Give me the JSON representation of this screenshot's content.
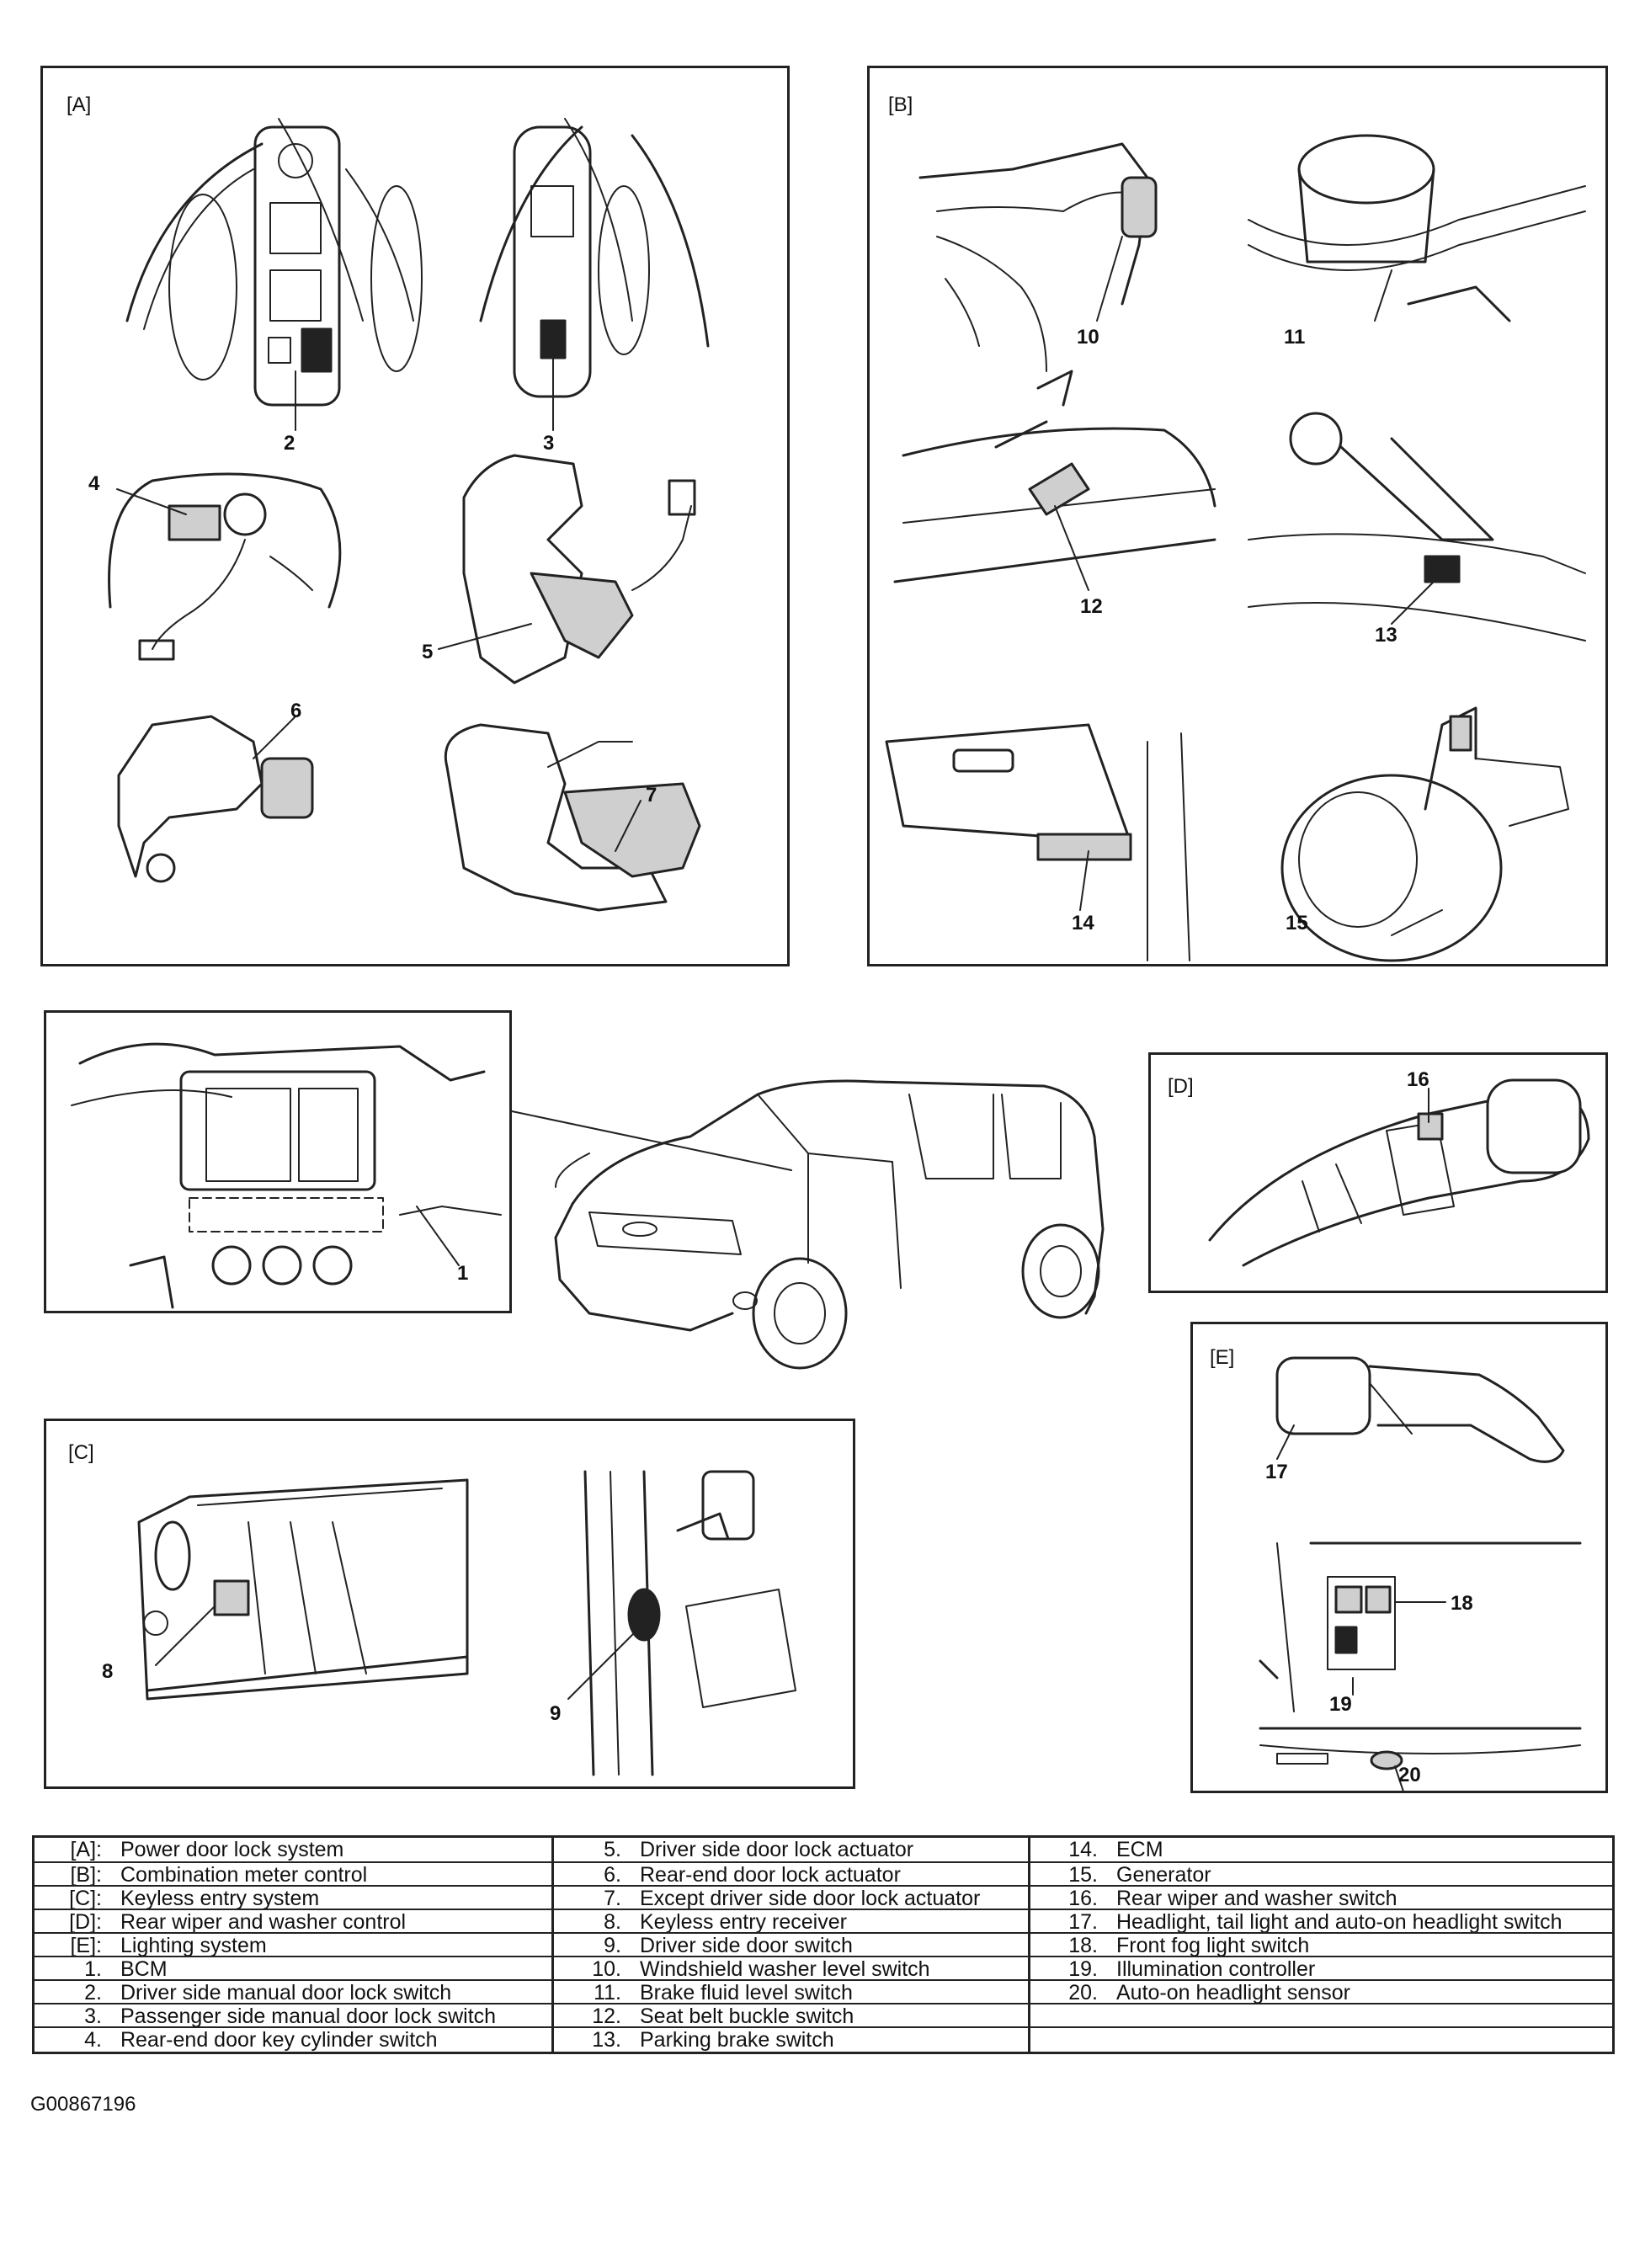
{
  "panels": {
    "a_tag": "[A]",
    "b_tag": "[B]",
    "c_tag": "[C]",
    "d_tag": "[D]",
    "e_tag": "[E]"
  },
  "callouts": [
    "1",
    "2",
    "3",
    "4",
    "5",
    "6",
    "7",
    "8",
    "9",
    "10",
    "11",
    "12",
    "13",
    "14",
    "15",
    "16",
    "17",
    "18",
    "19",
    "20"
  ],
  "legend": {
    "col1": [
      {
        "key": "[A]:",
        "text": "Power door lock system"
      },
      {
        "key": "[B]:",
        "text": "Combination meter control"
      },
      {
        "key": "[C]:",
        "text": "Keyless entry system"
      },
      {
        "key": "[D]:",
        "text": "Rear wiper and washer control"
      },
      {
        "key": "[E]:",
        "text": "Lighting system"
      },
      {
        "key": "1.",
        "text": "BCM"
      },
      {
        "key": "2.",
        "text": "Driver side manual door lock switch"
      },
      {
        "key": "3.",
        "text": "Passenger side manual door lock switch"
      },
      {
        "key": "4.",
        "text": "Rear-end door key cylinder switch"
      }
    ],
    "col2": [
      {
        "key": "5.",
        "text": "Driver side door lock actuator"
      },
      {
        "key": "6.",
        "text": "Rear-end door lock actuator"
      },
      {
        "key": "7.",
        "text": "Except driver side door lock actuator"
      },
      {
        "key": "8.",
        "text": "Keyless entry receiver"
      },
      {
        "key": "9.",
        "text": "Driver side door switch"
      },
      {
        "key": "10.",
        "text": "Windshield washer level switch"
      },
      {
        "key": "11.",
        "text": "Brake fluid level switch"
      },
      {
        "key": "12.",
        "text": "Seat belt buckle switch"
      },
      {
        "key": "13.",
        "text": "Parking brake switch"
      }
    ],
    "col3": [
      {
        "key": "14.",
        "text": "ECM"
      },
      {
        "key": "15.",
        "text": "Generator"
      },
      {
        "key": "16.",
        "text": "Rear wiper and washer switch"
      },
      {
        "key": "17.",
        "text": "Headlight, tail light and auto-on headlight switch"
      },
      {
        "key": "18.",
        "text": "Front fog light switch"
      },
      {
        "key": "19.",
        "text": "Illumination controller"
      },
      {
        "key": "20.",
        "text": "Auto-on headlight sensor"
      }
    ]
  },
  "figure_code": "G00867196"
}
